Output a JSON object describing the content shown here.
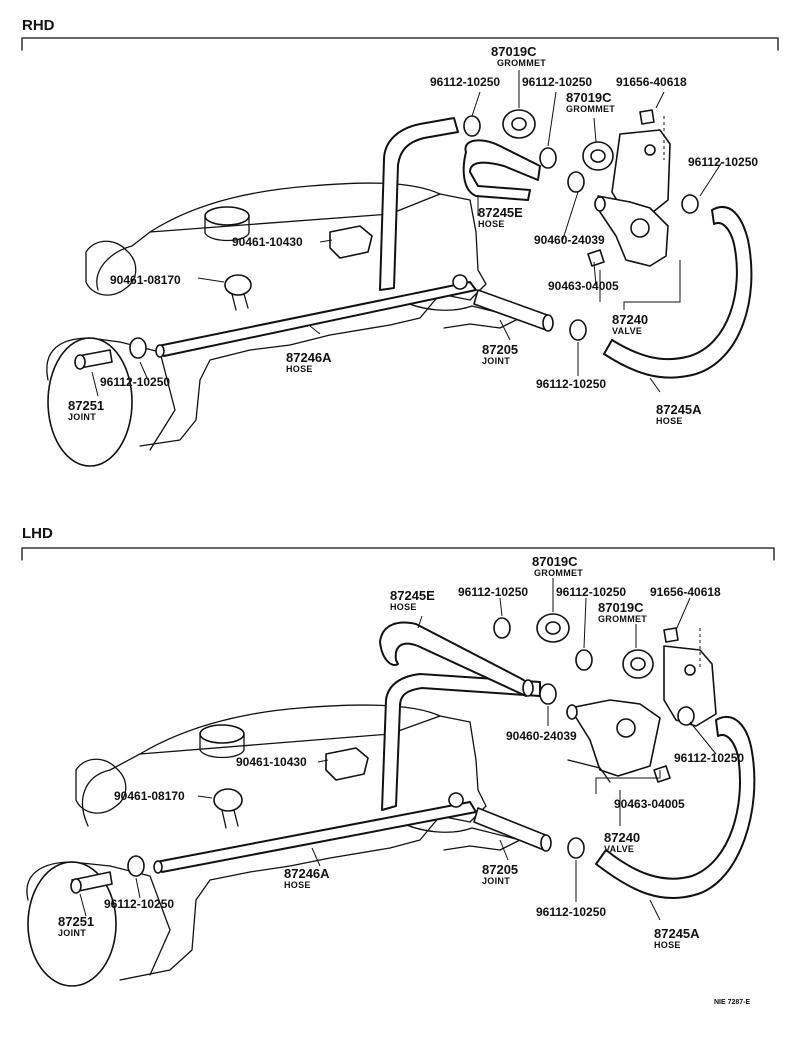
{
  "sections": [
    {
      "id": "rhd",
      "title": "RHD",
      "labels": [
        {
          "key": "grommet_a",
          "number": "87019C",
          "name": "GROMMET"
        },
        {
          "key": "clamp_a",
          "number": "96112-10250",
          "name": ""
        },
        {
          "key": "clamp_b",
          "number": "96112-10250",
          "name": ""
        },
        {
          "key": "bolt",
          "number": "91656-40618",
          "name": ""
        },
        {
          "key": "grommet_b",
          "number": "87019C",
          "name": "GROMMET"
        },
        {
          "key": "clamp_c",
          "number": "96112-10250",
          "name": ""
        },
        {
          "key": "hose_e",
          "number": "87245E",
          "name": "HOSE"
        },
        {
          "key": "clip_a",
          "number": "90461-10430",
          "name": ""
        },
        {
          "key": "clip_b",
          "number": "90460-24039",
          "name": ""
        },
        {
          "key": "clip_c",
          "number": "90461-08170",
          "name": ""
        },
        {
          "key": "clip_d",
          "number": "90463-04005",
          "name": ""
        },
        {
          "key": "valve",
          "number": "87240",
          "name": "VALVE"
        },
        {
          "key": "hose_a2",
          "number": "87246A",
          "name": "HOSE"
        },
        {
          "key": "joint_b",
          "number": "87205",
          "name": "JOINT"
        },
        {
          "key": "clamp_d",
          "number": "96112-10250",
          "name": ""
        },
        {
          "key": "clamp_e",
          "number": "96112-10250",
          "name": ""
        },
        {
          "key": "joint_a",
          "number": "87251",
          "name": "JOINT"
        },
        {
          "key": "hose_a",
          "number": "87245A",
          "name": "HOSE"
        }
      ]
    },
    {
      "id": "lhd",
      "title": "LHD",
      "labels": [
        {
          "key": "grommet_a",
          "number": "87019C",
          "name": "GROMMET"
        },
        {
          "key": "hose_e",
          "number": "87245E",
          "name": "HOSE"
        },
        {
          "key": "clamp_a",
          "number": "96112-10250",
          "name": ""
        },
        {
          "key": "clamp_b",
          "number": "96112-10250",
          "name": ""
        },
        {
          "key": "bolt",
          "number": "91656-40618",
          "name": ""
        },
        {
          "key": "grommet_b",
          "number": "87019C",
          "name": "GROMMET"
        },
        {
          "key": "clip_b",
          "number": "90460-24039",
          "name": ""
        },
        {
          "key": "clamp_c",
          "number": "96112-10250",
          "name": ""
        },
        {
          "key": "clip_a",
          "number": "90461-10430",
          "name": ""
        },
        {
          "key": "clip_c",
          "number": "90461-08170",
          "name": ""
        },
        {
          "key": "clip_d",
          "number": "90463-04005",
          "name": ""
        },
        {
          "key": "valve",
          "number": "87240",
          "name": "VALVE"
        },
        {
          "key": "hose_a2",
          "number": "87246A",
          "name": "HOSE"
        },
        {
          "key": "joint_b",
          "number": "87205",
          "name": "JOINT"
        },
        {
          "key": "clamp_e",
          "number": "96112-10250",
          "name": ""
        },
        {
          "key": "clamp_d",
          "number": "96112-10250",
          "name": ""
        },
        {
          "key": "joint_a",
          "number": "87251",
          "name": "JOINT"
        },
        {
          "key": "hose_a",
          "number": "87245A",
          "name": "HOSE"
        }
      ]
    }
  ],
  "figure_code": "NIE 7287-E"
}
